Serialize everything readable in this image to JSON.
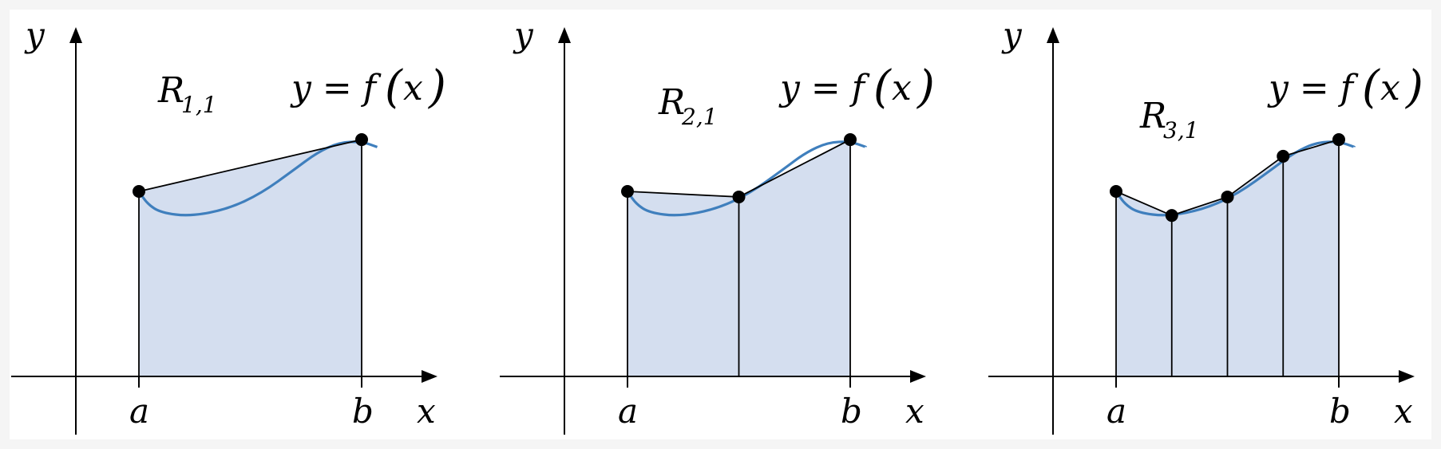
{
  "colors": {
    "background": "#f5f5f5",
    "panel": "#ffffff",
    "fill": "#d4deef",
    "curve": "#3f7fbd",
    "line": "#000000"
  },
  "labels": {
    "y_axis": "y",
    "x_axis": "x",
    "a": "a",
    "b": "b",
    "function_lhs": "y = f",
    "function_open": "(",
    "function_var": "x",
    "function_close": ")",
    "region_letter": "R"
  },
  "panels": [
    {
      "subscript": "1,1",
      "points": [
        [
          0.0,
          1.0
        ],
        [
          1.0,
          1.28
        ]
      ]
    },
    {
      "subscript": "2,1",
      "points": [
        [
          0.0,
          1.0
        ],
        [
          0.5,
          0.97
        ],
        [
          1.0,
          1.28
        ]
      ]
    },
    {
      "subscript": "3,1",
      "points": [
        [
          0.0,
          1.0
        ],
        [
          0.25,
          0.87
        ],
        [
          0.5,
          0.97
        ],
        [
          0.75,
          1.19
        ],
        [
          1.0,
          1.28
        ]
      ]
    }
  ],
  "curve": {
    "description_points": [
      [
        0.0,
        1.0
      ],
      [
        0.04,
        0.93
      ],
      [
        0.1,
        0.885
      ],
      [
        0.23,
        0.865
      ],
      [
        0.4,
        0.905
      ],
      [
        0.55,
        0.99
      ],
      [
        0.7,
        1.12
      ],
      [
        0.8,
        1.21
      ],
      [
        0.9,
        1.265
      ],
      [
        1.0,
        1.27
      ],
      [
        1.07,
        1.24
      ]
    ]
  }
}
